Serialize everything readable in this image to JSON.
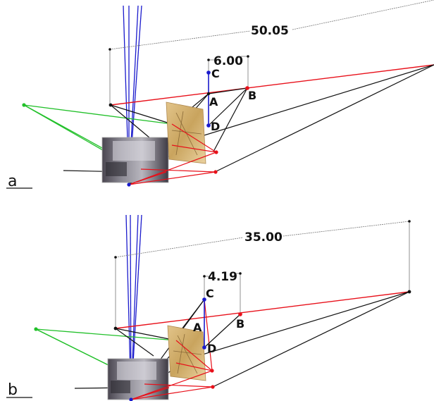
{
  "panels": [
    {
      "id": "a",
      "label": "a",
      "dimension_baseline": "50.05",
      "dimension_ac": "6.00",
      "points": {
        "A": "A",
        "B": "B",
        "C": "C",
        "D": "D"
      }
    },
    {
      "id": "b",
      "label": "b",
      "dimension_baseline": "35.00",
      "dimension_ac": "4.19",
      "points": {
        "A": "A",
        "B": "B",
        "C": "C",
        "D": "D"
      }
    }
  ],
  "colors": {
    "ray_red": "#e8101a",
    "ray_green": "#22c02a",
    "ray_blue": "#1a1acc",
    "ray_black": "#111111",
    "dim_line": "#666666",
    "photo_dark": "#5a5560",
    "photo_gold": "#d8b870"
  }
}
